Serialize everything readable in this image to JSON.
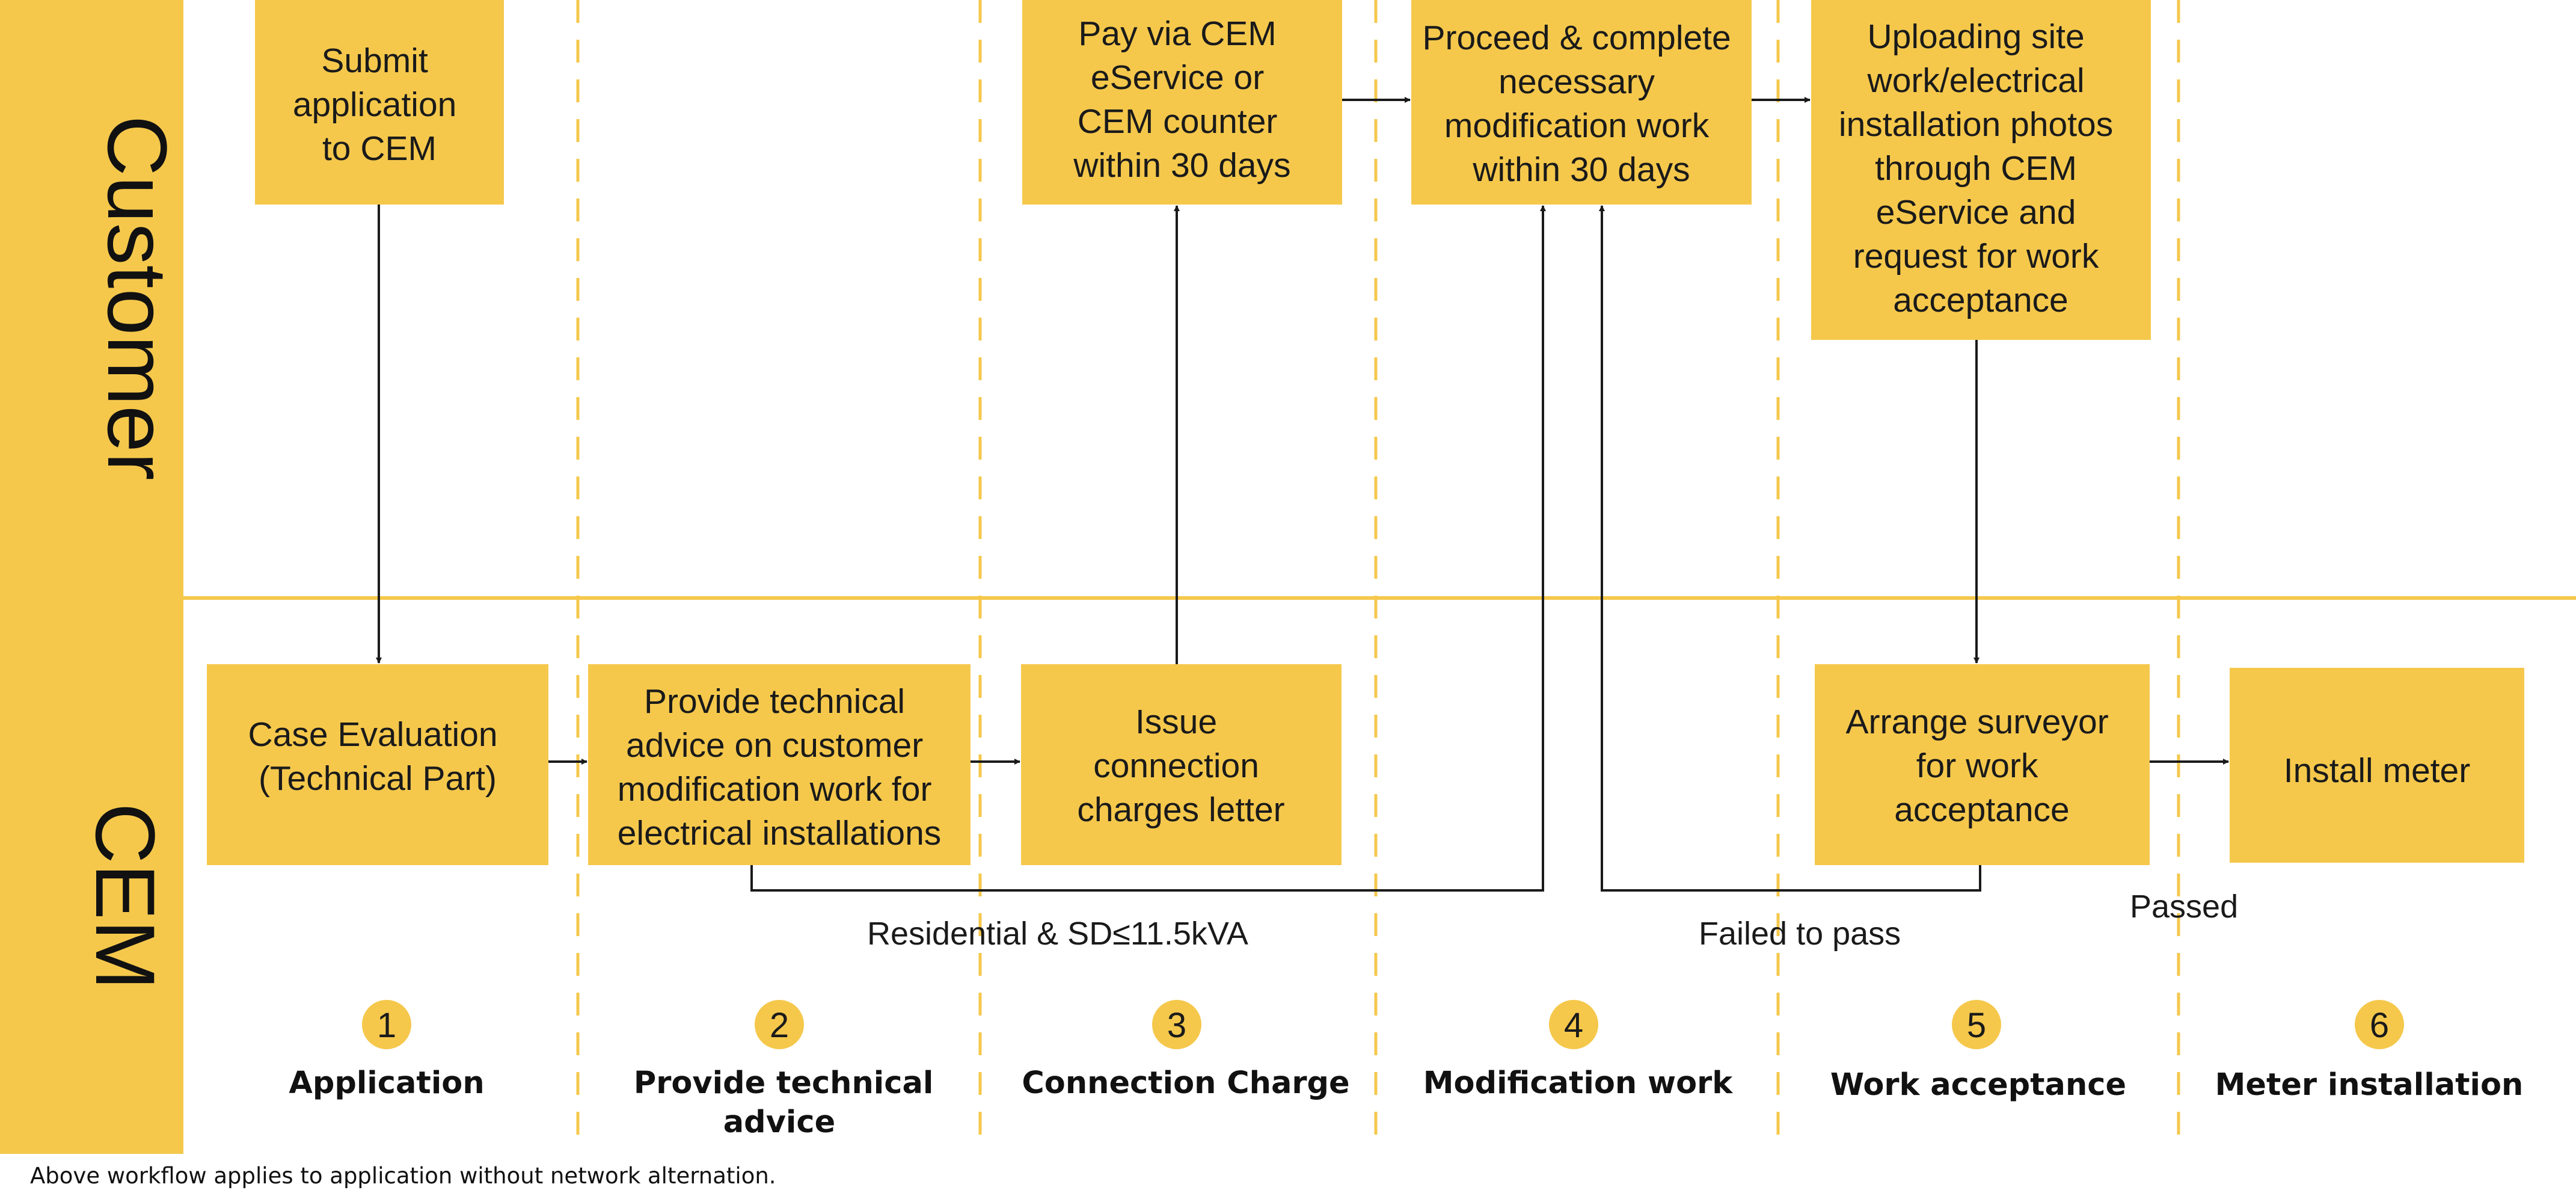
{
  "colors": {
    "accent": "#F5C84C",
    "lane_line": "#F5C84C",
    "line": "#1a1a1a"
  },
  "lanes": {
    "customer": "Customer",
    "cem": "CEM"
  },
  "boxes": {
    "submit": [
      "Submit",
      "application",
      "to CEM"
    ],
    "pay": [
      "Pay via CEM",
      "eService or",
      "CEM counter",
      "within 30 days"
    ],
    "proceed": [
      "Proceed & complete",
      "necessary",
      "modification work",
      "within 30 days"
    ],
    "upload": [
      "Uploading site",
      "work/electrical",
      "installation photos",
      "through CEM",
      "eService and",
      "request for work",
      "acceptance"
    ],
    "case_eval": [
      "Case Evaluation",
      "(Technical Part)"
    ],
    "advice": [
      "Provide technical",
      "advice on customer",
      "modification work for",
      "electrical installations"
    ],
    "issue": [
      "Issue",
      "connection",
      "charges letter"
    ],
    "surveyor": [
      "Arrange surveyor",
      "for work",
      "acceptance"
    ],
    "install": [
      "Install meter"
    ]
  },
  "edge_labels": {
    "residential": "Residential & SD≤11.5kVA",
    "failed": "Failed to pass",
    "passed": "Passed"
  },
  "steps": [
    {
      "num": "1",
      "label": [
        "Application"
      ]
    },
    {
      "num": "2",
      "label": [
        "Provide technical",
        "advice"
      ]
    },
    {
      "num": "3",
      "label": [
        "Connection Charge"
      ]
    },
    {
      "num": "4",
      "label": [
        "Modification work"
      ]
    },
    {
      "num": "5",
      "label": [
        "Work acceptance"
      ]
    },
    {
      "num": "6",
      "label": [
        "Meter installation"
      ]
    }
  ],
  "footnote": "Above workflow applies to application without network alternation."
}
